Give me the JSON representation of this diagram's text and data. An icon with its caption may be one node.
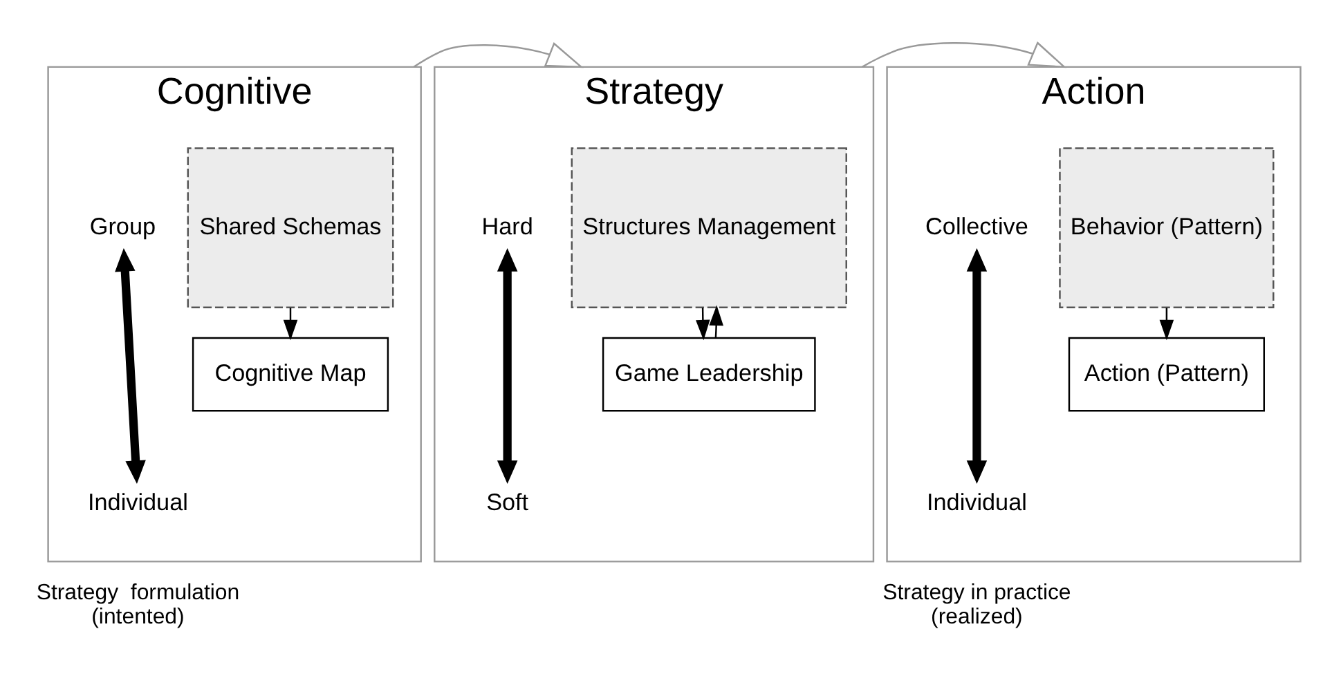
{
  "diagram": {
    "nodes": [
      {
        "text": [
          "Cognitive"
        ]
      },
      {
        "text": [
          "Shared Schemas"
        ],
        "in": 0
      },
      {
        "text": [
          "Cognitive Map"
        ],
        "in": 0
      },
      {
        "text": [
          "Group"
        ],
        "in": 0
      },
      {
        "text": [
          "Individual"
        ],
        "in": 0
      },
      {
        "text": [
          "Strategy"
        ]
      },
      {
        "text": [
          "Structures Management"
        ],
        "in": 5
      },
      {
        "text": [
          "Game Leadership"
        ],
        "in": 5
      },
      {
        "text": [
          "Hard"
        ],
        "in": 5
      },
      {
        "text": [
          "Soft"
        ],
        "in": 5
      },
      {
        "text": [
          "Action"
        ]
      },
      {
        "text": [
          "Behavior (Pattern)"
        ],
        "in": 10
      },
      {
        "text": [
          "Action (Pattern)"
        ],
        "in": 10
      },
      {
        "text": [
          "Collective"
        ],
        "in": 10
      },
      {
        "text": [
          "Individual"
        ],
        "in": 10
      }
    ],
    "edges": [
      {
        "from": 1,
        "to": 2,
        "arrow": "to"
      },
      {
        "from": 3,
        "to": 4,
        "arrow": "both",
        "style": "thick"
      },
      {
        "from": 6,
        "to": 7,
        "arrow": "to"
      },
      {
        "from": 7,
        "to": 6,
        "arrow": "to"
      },
      {
        "from": 8,
        "to": 9,
        "arrow": "both",
        "style": "thick"
      },
      {
        "from": 11,
        "to": 12,
        "arrow": "to"
      },
      {
        "from": 13,
        "to": 14,
        "arrow": "both",
        "style": "thick"
      },
      {
        "from": 0,
        "to": 5,
        "arrow": "to",
        "color": "#999999"
      },
      {
        "from": 5,
        "to": 10,
        "arrow": "to",
        "color": "#999999"
      }
    ],
    "labels": [
      "Strategy  formulation (intented)",
      "Strategy in practice (realized)"
    ]
  }
}
